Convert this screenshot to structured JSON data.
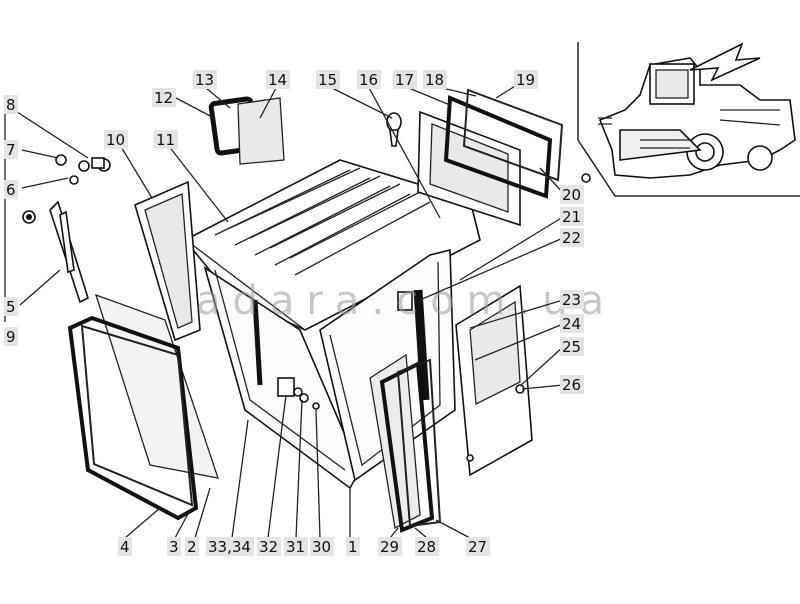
{
  "watermark": "adara.com.ua",
  "labels": [
    {
      "id": "l1",
      "text": "1"
    },
    {
      "id": "l2",
      "text": "2"
    },
    {
      "id": "l3",
      "text": "3"
    },
    {
      "id": "l4",
      "text": "4"
    },
    {
      "id": "l5",
      "text": "5"
    },
    {
      "id": "l6",
      "text": "6"
    },
    {
      "id": "l7",
      "text": "7"
    },
    {
      "id": "l8",
      "text": "8"
    },
    {
      "id": "l9",
      "text": "9"
    },
    {
      "id": "l10",
      "text": "10"
    },
    {
      "id": "l11",
      "text": "11"
    },
    {
      "id": "l12",
      "text": "12"
    },
    {
      "id": "l13",
      "text": "13"
    },
    {
      "id": "l14",
      "text": "14"
    },
    {
      "id": "l15",
      "text": "15"
    },
    {
      "id": "l16",
      "text": "16"
    },
    {
      "id": "l17",
      "text": "17"
    },
    {
      "id": "l18",
      "text": "18"
    },
    {
      "id": "l19",
      "text": "19"
    },
    {
      "id": "l20",
      "text": "20"
    },
    {
      "id": "l21",
      "text": "21"
    },
    {
      "id": "l22",
      "text": "22"
    },
    {
      "id": "l23",
      "text": "23"
    },
    {
      "id": "l24",
      "text": "24"
    },
    {
      "id": "l25",
      "text": "25"
    },
    {
      "id": "l26",
      "text": "26"
    },
    {
      "id": "l27",
      "text": "27"
    },
    {
      "id": "l28",
      "text": "28"
    },
    {
      "id": "l29",
      "text": "29"
    },
    {
      "id": "l30",
      "text": "30"
    },
    {
      "id": "l31",
      "text": "31"
    },
    {
      "id": "l32",
      "text": "32"
    },
    {
      "id": "l3334",
      "text": "33,34"
    }
  ]
}
